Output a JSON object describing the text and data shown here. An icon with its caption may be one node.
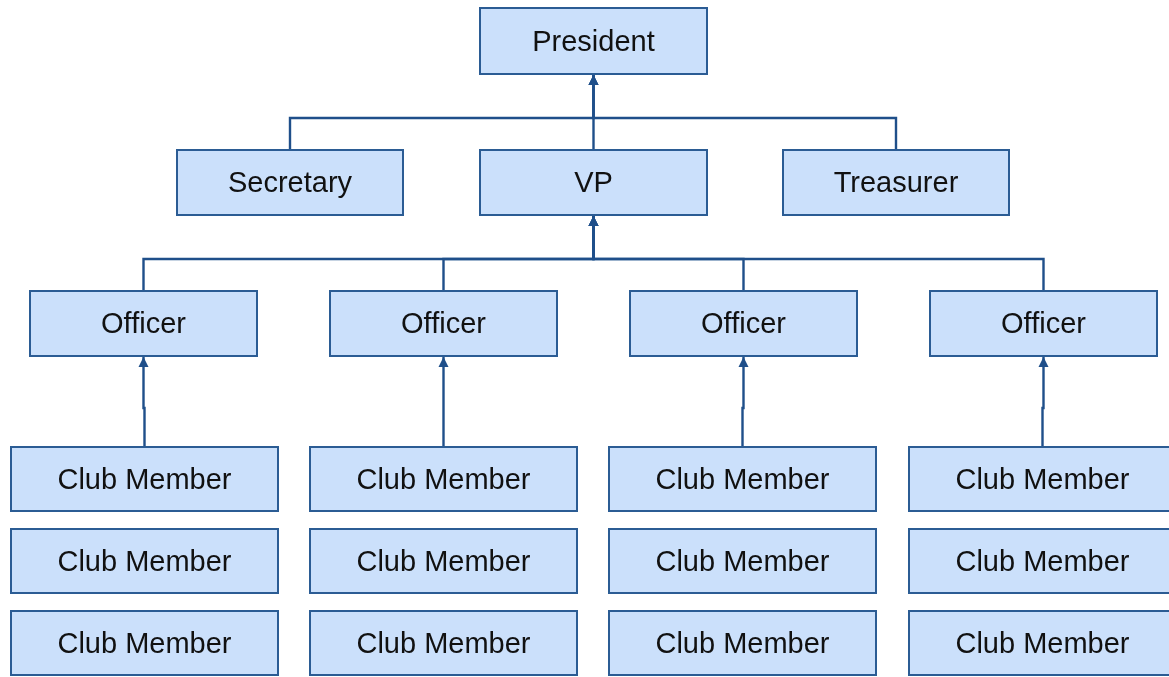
{
  "diagram": {
    "nodes": [
      {
        "text": [
          "President"
        ]
      },
      {
        "text": [
          "Secretary"
        ]
      },
      {
        "text": [
          "VP"
        ]
      },
      {
        "text": [
          "Treasurer"
        ]
      },
      {
        "text": [
          "Officer"
        ]
      },
      {
        "text": [
          "Officer"
        ]
      },
      {
        "text": [
          "Officer"
        ]
      },
      {
        "text": [
          "Officer"
        ]
      },
      {
        "text": [
          "Club Member"
        ]
      },
      {
        "text": [
          "Club Member"
        ]
      },
      {
        "text": [
          "Club Member"
        ]
      },
      {
        "text": [
          "Club Member"
        ]
      },
      {
        "text": [
          "Club Member"
        ]
      },
      {
        "text": [
          "Club Member"
        ]
      },
      {
        "text": [
          "Club Member"
        ]
      },
      {
        "text": [
          "Club Member"
        ]
      },
      {
        "text": [
          "Club Member"
        ]
      },
      {
        "text": [
          "Club Member"
        ]
      },
      {
        "text": [
          "Club Member"
        ]
      },
      {
        "text": [
          "Club Member"
        ]
      }
    ],
    "edges": [
      {
        "from": 1,
        "to": 0,
        "arrow": "to"
      },
      {
        "from": 2,
        "to": 0,
        "arrow": "to"
      },
      {
        "from": 3,
        "to": 0,
        "arrow": "to"
      },
      {
        "from": 4,
        "to": 2,
        "arrow": "to"
      },
      {
        "from": 5,
        "to": 2,
        "arrow": "to"
      },
      {
        "from": 6,
        "to": 2,
        "arrow": "to"
      },
      {
        "from": 7,
        "to": 2,
        "arrow": "to"
      },
      {
        "from": 8,
        "to": 4,
        "arrow": "to"
      },
      {
        "from": 9,
        "to": 5,
        "arrow": "to"
      },
      {
        "from": 10,
        "to": 6,
        "arrow": "to"
      },
      {
        "from": 11,
        "to": 7,
        "arrow": "to"
      }
    ]
  }
}
